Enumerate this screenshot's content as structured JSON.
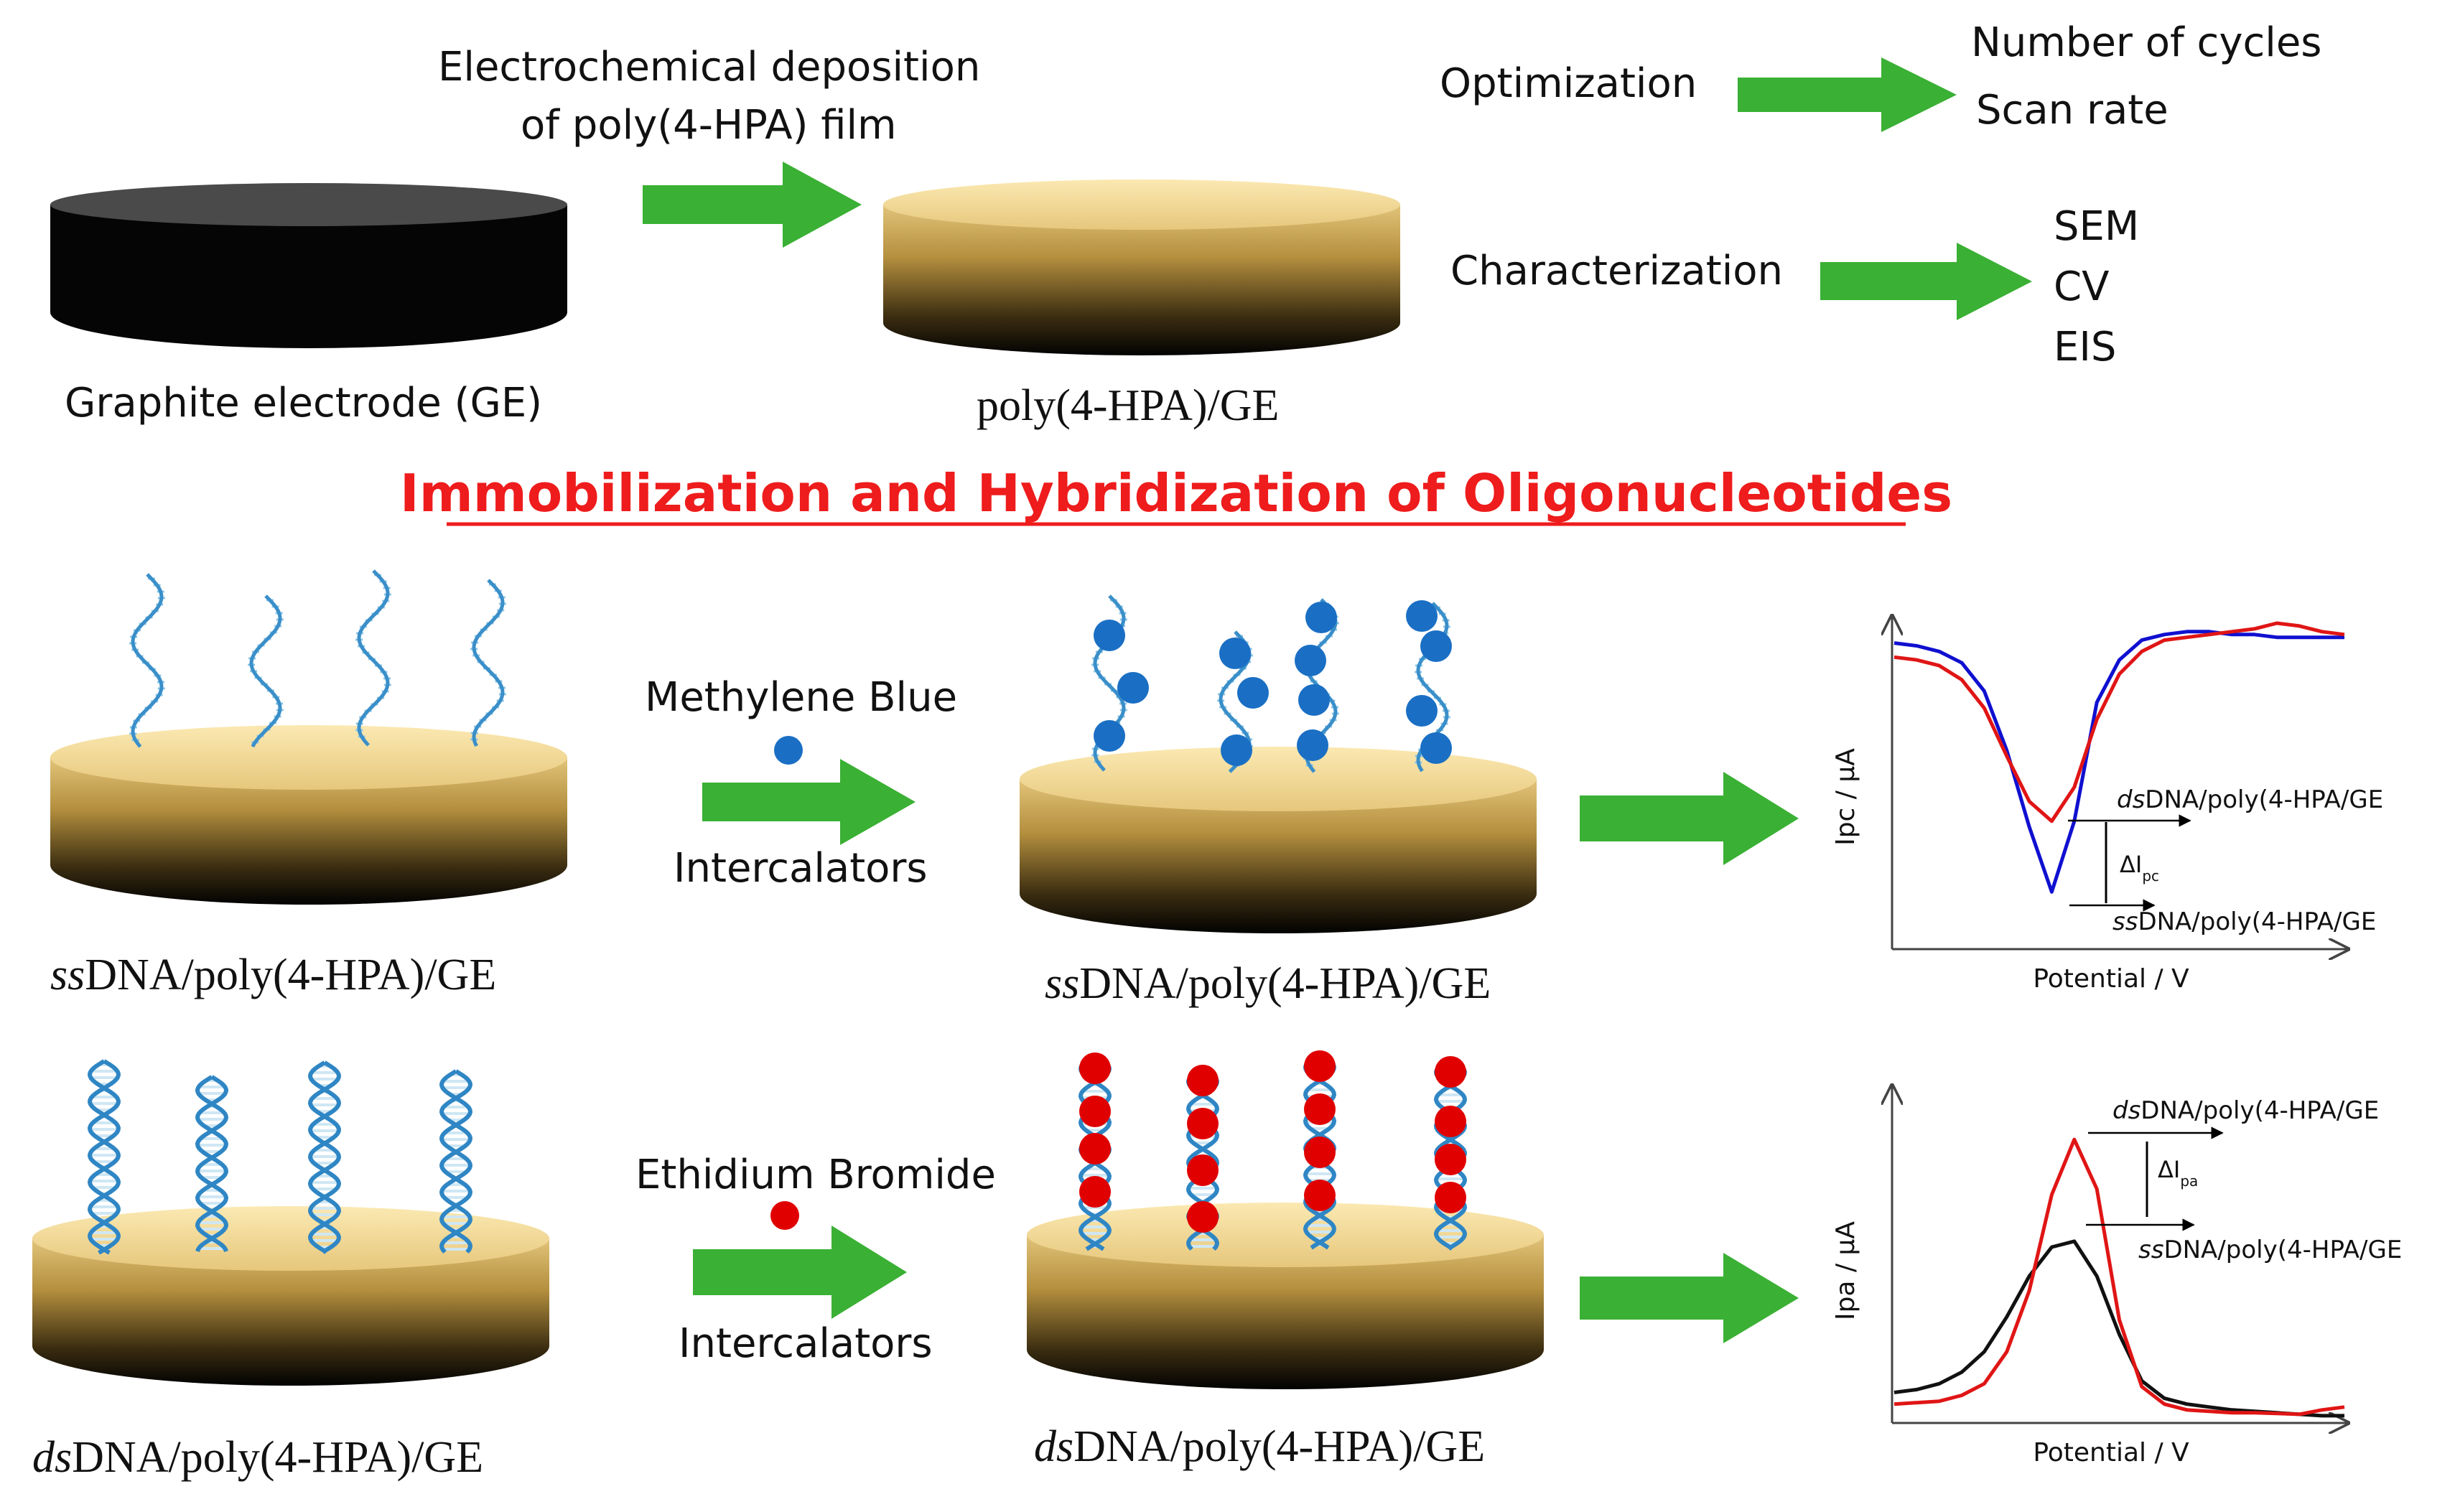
{
  "top": {
    "graphite_label": "Graphite electrode (GE)",
    "deposition_line1": "Electrochemical deposition",
    "deposition_line2": "of poly(4-HPA) film",
    "poly_label": "poly(4-HPA)/GE",
    "optimization": "Optimization",
    "optimization_items": [
      "Number of cycles",
      "Scan rate"
    ],
    "characterization": "Characterization",
    "characterization_items": [
      "SEM",
      "CV",
      "EIS"
    ]
  },
  "section_title": "Immobilization and Hybridization of Oligonucleotides",
  "row1": {
    "left_label_prefix": "ss",
    "left_label_rest": "DNA/poly(4-HPA)/GE",
    "intercalator_name": "Methylene Blue",
    "intercalators": "Intercalators",
    "right_label_prefix": "ss",
    "right_label_rest": "DNA/poly(4-HPA)/GE"
  },
  "row2": {
    "left_label_prefix": "ds",
    "left_label_rest": "DNA/poly(4-HPA)/GE",
    "intercalator_name": "Ethidium Bromide",
    "intercalators": "Intercalators",
    "right_label_prefix": "ds",
    "right_label_rest": "DNA/poly(4-HPA)/GE"
  },
  "chart_data": [
    {
      "type": "line",
      "ylabel": "Ipc / µA",
      "xlabel": "Potential  / V",
      "delta_main": "ΔI",
      "delta_sub": "pc",
      "annotations": [
        {
          "prefix": "ds",
          "rest": "DNA/poly(4-HPA/GE"
        },
        {
          "prefix": "ss",
          "rest": "DNA/poly(4-HPA/GE"
        }
      ],
      "x": [
        0,
        0.05,
        0.1,
        0.15,
        0.2,
        0.25,
        0.3,
        0.35,
        0.4,
        0.45,
        0.5,
        0.55,
        0.6,
        0.65,
        0.7,
        0.75,
        0.8,
        0.85,
        0.9,
        0.95,
        1.0
      ],
      "series": [
        {
          "color": "#1010d0",
          "values": [
            0.93,
            0.92,
            0.9,
            0.86,
            0.76,
            0.55,
            0.28,
            0.05,
            0.3,
            0.72,
            0.87,
            0.94,
            0.96,
            0.97,
            0.97,
            0.96,
            0.96,
            0.95,
            0.95,
            0.95,
            0.95
          ]
        },
        {
          "color": "#e01515",
          "values": [
            0.88,
            0.87,
            0.85,
            0.8,
            0.7,
            0.53,
            0.37,
            0.3,
            0.42,
            0.66,
            0.82,
            0.9,
            0.94,
            0.95,
            0.96,
            0.97,
            0.98,
            1.0,
            0.99,
            0.97,
            0.96
          ]
        }
      ]
    },
    {
      "type": "line",
      "ylabel": "Ipa / µA",
      "xlabel": "Potential  / V",
      "delta_main": "ΔI",
      "delta_sub": "pa",
      "annotations": [
        {
          "prefix": "ds",
          "rest": "DNA/poly(4-HPA/GE"
        },
        {
          "prefix": "ss",
          "rest": "DNA/poly(4-HPA/GE"
        }
      ],
      "x": [
        0,
        0.05,
        0.1,
        0.15,
        0.2,
        0.25,
        0.3,
        0.35,
        0.4,
        0.45,
        0.5,
        0.55,
        0.6,
        0.65,
        0.7,
        0.75,
        0.8,
        0.85,
        0.9,
        0.95,
        1.0
      ],
      "series": [
        {
          "color": "#111111",
          "values": [
            0.1,
            0.11,
            0.13,
            0.17,
            0.24,
            0.36,
            0.5,
            0.6,
            0.62,
            0.5,
            0.3,
            0.14,
            0.08,
            0.06,
            0.05,
            0.04,
            0.035,
            0.03,
            0.025,
            0.02,
            0.02
          ]
        },
        {
          "color": "#e01515",
          "values": [
            0.06,
            0.065,
            0.07,
            0.09,
            0.13,
            0.24,
            0.45,
            0.78,
            0.97,
            0.8,
            0.35,
            0.12,
            0.06,
            0.04,
            0.035,
            0.03,
            0.03,
            0.028,
            0.025,
            0.04,
            0.05
          ]
        }
      ]
    }
  ]
}
